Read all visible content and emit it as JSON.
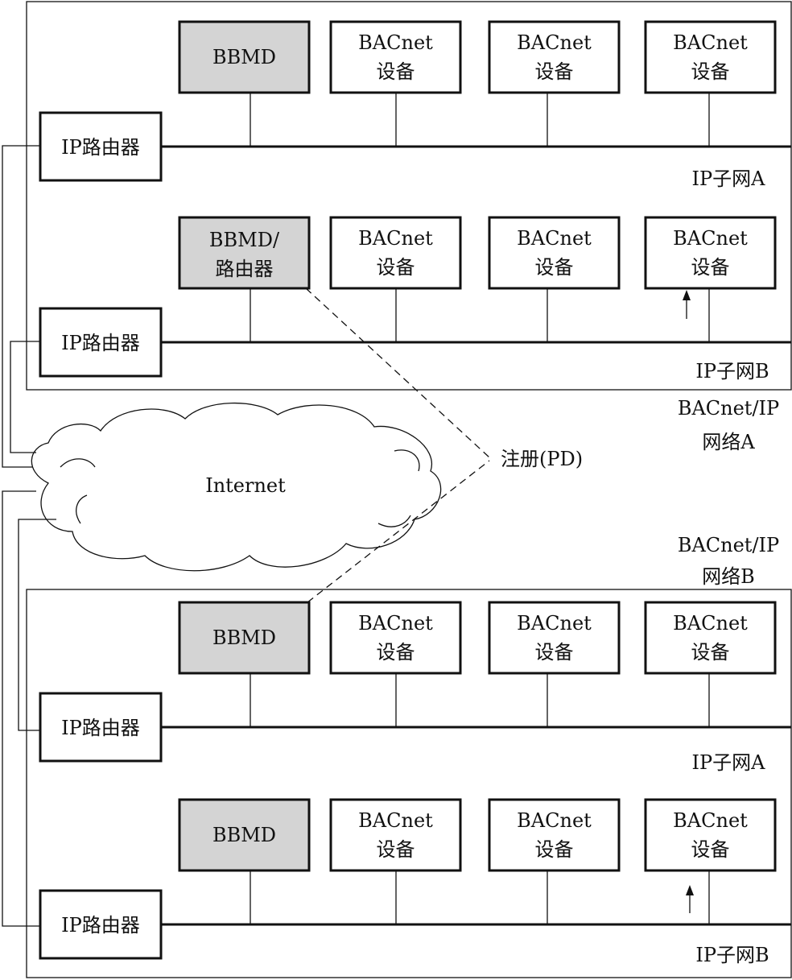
{
  "colors": {
    "bbmd_fill": "#d4d4d4",
    "device_fill": "#ffffff",
    "line": "#111111"
  },
  "networks": [
    {
      "label_line1": "BACnet/IP",
      "label_line2": "网络A",
      "subnets": [
        {
          "label": "IP子网A",
          "router": "IP路由器",
          "bbmd_line1": "BBMD",
          "bbmd_line2": "",
          "devices": [
            [
              "BACnet",
              "设备"
            ],
            [
              "BACnet",
              "设备"
            ],
            [
              "BACnet",
              "设备"
            ]
          ]
        },
        {
          "label": "IP子网B",
          "router": "IP路由器",
          "bbmd_line1": "BBMD/",
          "bbmd_line2": "路由器",
          "devices": [
            [
              "BACnet",
              "设备"
            ],
            [
              "BACnet",
              "设备"
            ],
            [
              "BACnet",
              "设备"
            ]
          ]
        }
      ]
    },
    {
      "label_line1": "BACnet/IP",
      "label_line2": "网络B",
      "subnets": [
        {
          "label": "IP子网A",
          "router": "IP路由器",
          "bbmd_line1": "BBMD",
          "bbmd_line2": "",
          "devices": [
            [
              "BACnet",
              "设备"
            ],
            [
              "BACnet",
              "设备"
            ],
            [
              "BACnet",
              "设备"
            ]
          ]
        },
        {
          "label": "IP子网B",
          "router": "IP路由器",
          "bbmd_line1": "BBMD",
          "bbmd_line2": "",
          "devices": [
            [
              "BACnet",
              "设备"
            ],
            [
              "BACnet",
              "设备"
            ],
            [
              "BACnet",
              "设备"
            ]
          ]
        }
      ]
    }
  ],
  "cloud_label": "Internet",
  "registration_label": "注册(PD)"
}
